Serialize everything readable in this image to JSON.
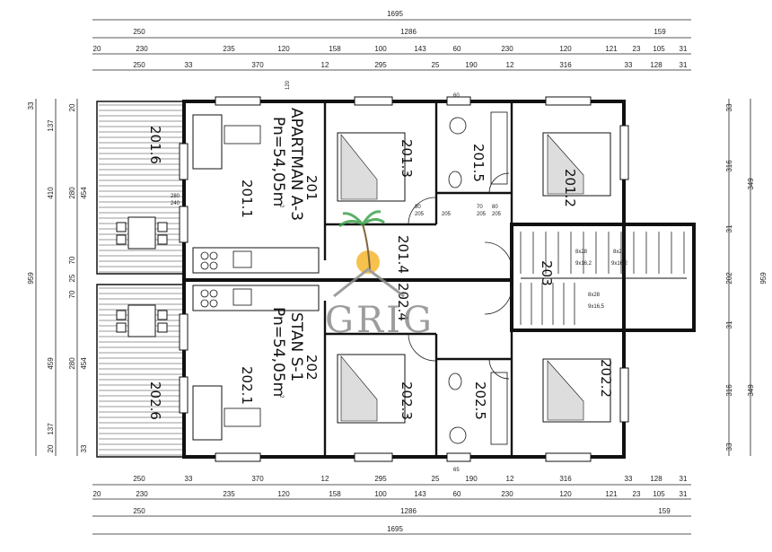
{
  "top_dims": {
    "total": "1695",
    "row1": [
      "250",
      "1286",
      "159"
    ],
    "row2": [
      "20",
      "230",
      "235",
      "120",
      "158",
      "100",
      "143",
      "60",
      "230",
      "120",
      "121",
      "23",
      "105",
      "31"
    ],
    "row3": [
      "250",
      "33",
      "370",
      "12",
      "295",
      "25",
      "190",
      "12",
      "316",
      "33",
      "128",
      "31"
    ]
  },
  "bottom_dims": {
    "row3": [
      "250",
      "33",
      "370",
      "12",
      "295",
      "25",
      "190",
      "12",
      "316",
      "33",
      "128",
      "31"
    ],
    "row2": [
      "20",
      "230",
      "235",
      "120",
      "158",
      "100",
      "143",
      "60",
      "230",
      "120",
      "121",
      "23",
      "105",
      "31"
    ],
    "row1": [
      "250",
      "1286",
      "159"
    ],
    "total": "1695"
  },
  "left_dims": {
    "outer": [
      "33",
      "137",
      "410",
      "959",
      "459",
      "137",
      "20"
    ],
    "inner": [
      "20",
      "280",
      "454",
      "70",
      "25",
      "70",
      "280",
      "454",
      "33"
    ]
  },
  "right_dims": {
    "outer": [
      "33",
      "316",
      "31",
      "202",
      "31",
      "316",
      "33"
    ],
    "inner": [
      "349",
      "959",
      "349"
    ]
  },
  "rooms": [
    {
      "id": "201.1",
      "label": "201.1"
    },
    {
      "id": "201.2",
      "label": "201.2"
    },
    {
      "id": "201.3",
      "label": "201.3"
    },
    {
      "id": "201.4",
      "label": "201.4"
    },
    {
      "id": "201.5",
      "label": "201.5"
    },
    {
      "id": "201.6",
      "label": "201.6"
    },
    {
      "id": "202.1",
      "label": "202.1"
    },
    {
      "id": "202.2",
      "label": "202.2"
    },
    {
      "id": "202.3",
      "label": "202.3"
    },
    {
      "id": "202.4",
      "label": "202.4"
    },
    {
      "id": "202.5",
      "label": "202.5"
    },
    {
      "id": "202.6",
      "label": "202.6"
    },
    {
      "id": "203",
      "label": "203"
    }
  ],
  "apartments": {
    "upper_name": "APARTMAN A-3",
    "upper_area": "Pn=54,05m",
    "upper_unit_no": "201",
    "lower_name": "STAN S-1",
    "lower_area": "Pn=54,05m",
    "lower_unit_no": "202",
    "sup": "2"
  },
  "stairs": {
    "labels": [
      "8x28",
      "8x28",
      "9x16,2",
      "9x16,2",
      "8x28",
      "9x16,5"
    ]
  },
  "door_labels": [
    "120",
    "205",
    "80",
    "205",
    "70",
    "205",
    "80",
    "205",
    "280",
    "240",
    "60",
    "65"
  ],
  "logo": {
    "text": "GRIG"
  },
  "colors": {
    "ink": "#111111",
    "logo_gray": "#8c8c8c",
    "sun": "#f5b82e",
    "palm": "#3fa34d"
  }
}
